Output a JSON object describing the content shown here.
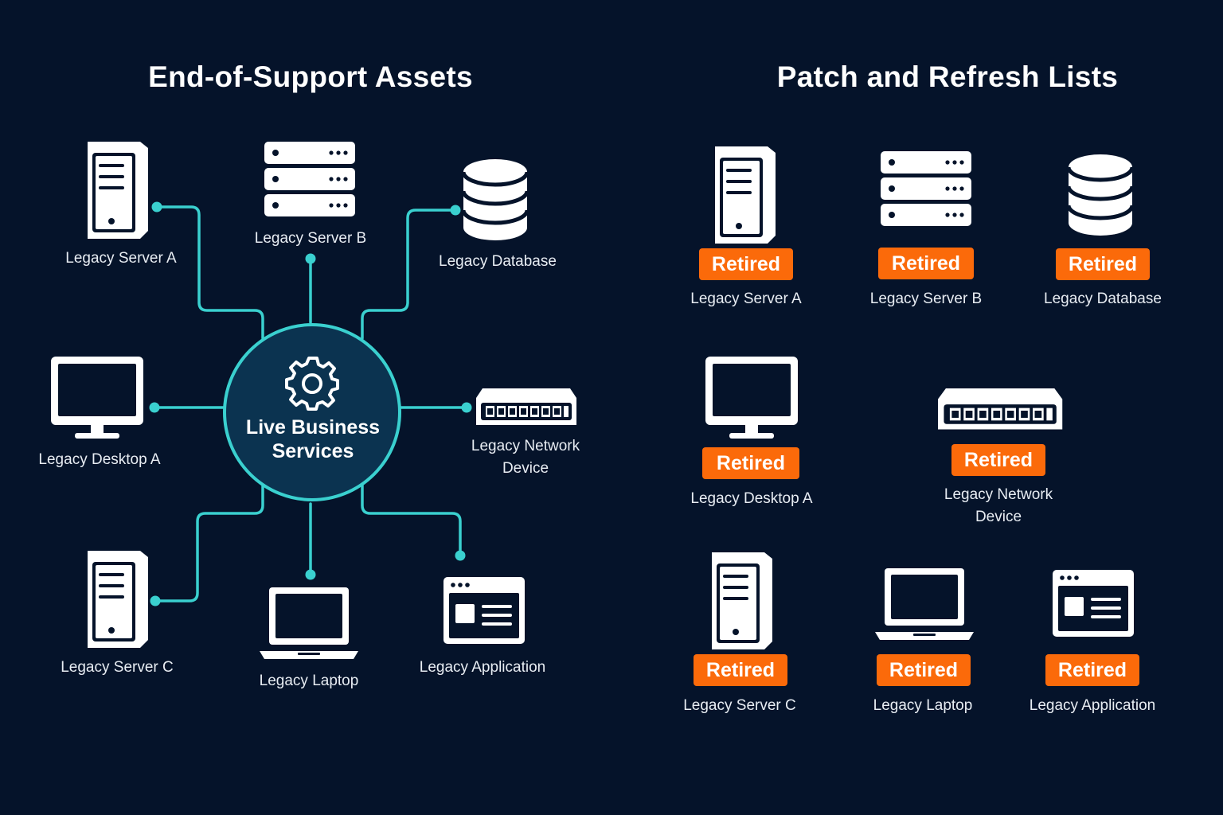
{
  "left_panel": {
    "title": "End-of-Support Assets",
    "hub": {
      "label_line1": "Live Business",
      "label_line2": "Services",
      "icon": "gear-icon"
    },
    "assets": [
      {
        "id": "server-a",
        "label": "Legacy Server A",
        "icon": "tower-server-icon"
      },
      {
        "id": "server-b",
        "label": "Legacy Server B",
        "icon": "rack-server-icon"
      },
      {
        "id": "database",
        "label": "Legacy Database",
        "icon": "database-icon"
      },
      {
        "id": "desktop-a",
        "label": "Legacy Desktop A",
        "icon": "monitor-icon"
      },
      {
        "id": "network",
        "label_line1": "Legacy Network",
        "label_line2": "Device",
        "icon": "network-switch-icon"
      },
      {
        "id": "server-c",
        "label": "Legacy Server C",
        "icon": "tower-server-icon"
      },
      {
        "id": "laptop",
        "label": "Legacy Laptop",
        "icon": "laptop-icon"
      },
      {
        "id": "application",
        "label": "Legacy Application",
        "icon": "application-window-icon"
      }
    ]
  },
  "right_panel": {
    "title": "Patch and Refresh Lists",
    "badge_text": "Retired",
    "assets": [
      {
        "id": "server-a",
        "label": "Legacy Server A",
        "status": "Retired",
        "icon": "tower-server-icon"
      },
      {
        "id": "server-b",
        "label": "Legacy Server B",
        "status": "Retired",
        "icon": "rack-server-icon"
      },
      {
        "id": "database",
        "label": "Legacy Database",
        "status": "Retired",
        "icon": "database-icon"
      },
      {
        "id": "desktop-a",
        "label": "Legacy Desktop A",
        "status": "Retired",
        "icon": "monitor-icon"
      },
      {
        "id": "network",
        "label_line1": "Legacy Network",
        "label_line2": "Device",
        "status": "Retired",
        "icon": "network-switch-icon"
      },
      {
        "id": "server-c",
        "label": "Legacy Server C",
        "status": "Retired",
        "icon": "tower-server-icon"
      },
      {
        "id": "laptop",
        "label": "Legacy Laptop",
        "status": "Retired",
        "icon": "laptop-icon"
      },
      {
        "id": "application",
        "label": "Legacy Application",
        "status": "Retired",
        "icon": "application-window-icon"
      }
    ]
  },
  "colors": {
    "background": "#05132a",
    "connector": "#3ad0cf",
    "hub_fill": "#0b3350",
    "badge": "#fb6a0a",
    "icon": "#ffffff"
  }
}
